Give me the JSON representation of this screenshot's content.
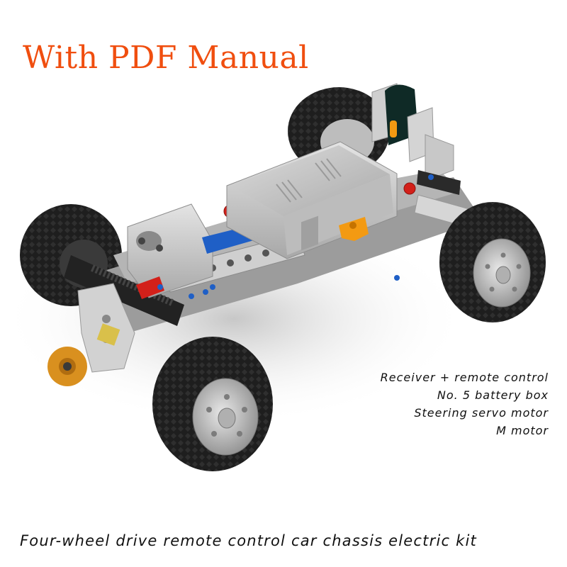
{
  "headline": "With PDF Manual",
  "features": [
    "Receiver + remote control",
    "No. 5 battery box",
    "Steering servo motor",
    "M motor"
  ],
  "caption": "Four-wheel drive remote control car chassis electric kit",
  "image": {
    "subject": "building-block RC car chassis",
    "colors": {
      "headline": "#f04e0f",
      "body_gray": "#c9cacb",
      "tire": "#1c1c1c",
      "red_pins": "#d3201a",
      "blue_parts": "#1f5fc6",
      "orange_part": "#f39a12",
      "gold_gear": "#d9901f",
      "receiver": "#0f2a26"
    }
  }
}
